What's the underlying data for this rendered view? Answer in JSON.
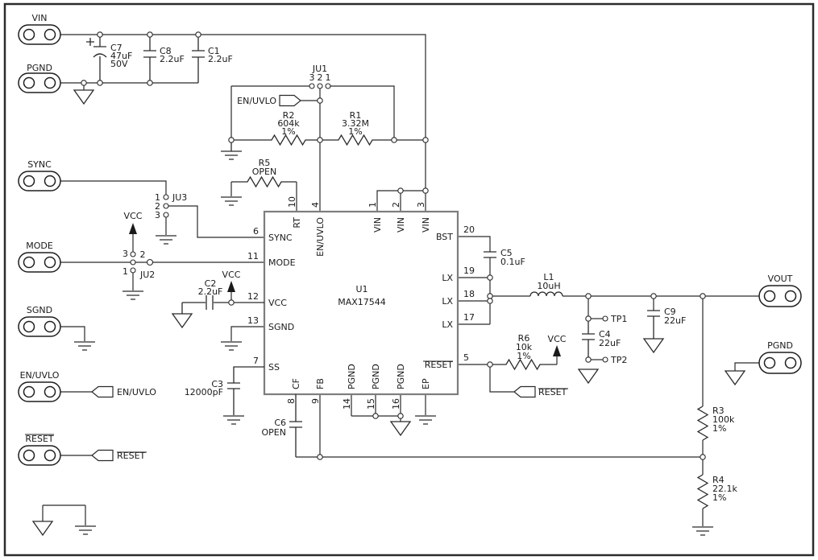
{
  "connectors": {
    "vin": "VIN",
    "pgnd_top": "PGND",
    "sync": "SYNC",
    "mode": "MODE",
    "sgnd": "SGND",
    "en_uvlo": "EN/UVLO",
    "reset": "RESET",
    "vout": "VOUT",
    "pgnd_right": "PGND"
  },
  "capacitors": {
    "c7": {
      "ref": "C7",
      "value": "47uF",
      "rating": "50V"
    },
    "c8": {
      "ref": "C8",
      "value": "2.2uF"
    },
    "c1": {
      "ref": "C1",
      "value": "2.2uF"
    },
    "c2": {
      "ref": "C2",
      "value": "2.2uF"
    },
    "c3": {
      "ref": "C3",
      "value": "12000pF"
    },
    "c5": {
      "ref": "C5",
      "value": "0.1uF"
    },
    "c6": {
      "ref": "C6",
      "value": "OPEN"
    },
    "c4": {
      "ref": "C4",
      "value": "22uF"
    },
    "c9": {
      "ref": "C9",
      "value": "22uF"
    }
  },
  "resistors": {
    "r1": {
      "ref": "R1",
      "value": "3.32M",
      "tol": "1%"
    },
    "r2": {
      "ref": "R2",
      "value": "604k",
      "tol": "1%"
    },
    "r5": {
      "ref": "R5",
      "value": "OPEN"
    },
    "r6": {
      "ref": "R6",
      "value": "10k",
      "tol": "1%"
    },
    "r3": {
      "ref": "R3",
      "value": "100k",
      "tol": "1%"
    },
    "r4": {
      "ref": "R4",
      "value": "22.1k",
      "tol": "1%"
    }
  },
  "inductors": {
    "l1": {
      "ref": "L1",
      "value": "10uH"
    }
  },
  "ic": {
    "ref": "U1",
    "part": "MAX17544",
    "pins": {
      "left": [
        {
          "num": "6",
          "name": "SYNC"
        },
        {
          "num": "11",
          "name": "MODE"
        },
        {
          "num": "12",
          "name": "VCC"
        },
        {
          "num": "13",
          "name": "SGND"
        },
        {
          "num": "7",
          "name": "SS"
        }
      ],
      "top": [
        {
          "num": "10",
          "name": "RT"
        },
        {
          "num": "4",
          "name": "EN/UVLO"
        },
        {
          "num": "1",
          "name": "VIN"
        },
        {
          "num": "2",
          "name": "VIN"
        },
        {
          "num": "3",
          "name": "VIN"
        }
      ],
      "right": [
        {
          "num": "20",
          "name": "BST"
        },
        {
          "num": "19",
          "name": "LX"
        },
        {
          "num": "18",
          "name": "LX"
        },
        {
          "num": "17",
          "name": "LX"
        },
        {
          "num": "5",
          "name": "RESET"
        }
      ],
      "bottom": [
        {
          "num": "8",
          "name": "CF"
        },
        {
          "num": "9",
          "name": "FB"
        },
        {
          "num": "14",
          "name": "PGND"
        },
        {
          "num": "15",
          "name": "PGND"
        },
        {
          "num": "16",
          "name": "PGND"
        },
        {
          "num": "",
          "name": "EP"
        }
      ]
    }
  },
  "jumpers": {
    "ju1": {
      "name": "JU1",
      "pins": [
        "3",
        "2",
        "1"
      ]
    },
    "ju2": {
      "name": "JU2",
      "pins": [
        "3",
        "2",
        "1"
      ]
    },
    "ju3": {
      "name": "JU3",
      "pins": [
        "1",
        "2",
        "3"
      ]
    }
  },
  "net_flags": {
    "en_uvlo_top": "EN/UVLO",
    "en_uvlo_left": "EN/UVLO",
    "reset_left": "RESET",
    "reset_ic": "RESET"
  },
  "power": {
    "vcc": "VCC"
  },
  "test_points": {
    "tp1": "TP1",
    "tp2": "TP2"
  },
  "colors": {
    "wire": "#2a2a2a",
    "ic_border": "#7d7d7d",
    "background": "#ffffff"
  }
}
